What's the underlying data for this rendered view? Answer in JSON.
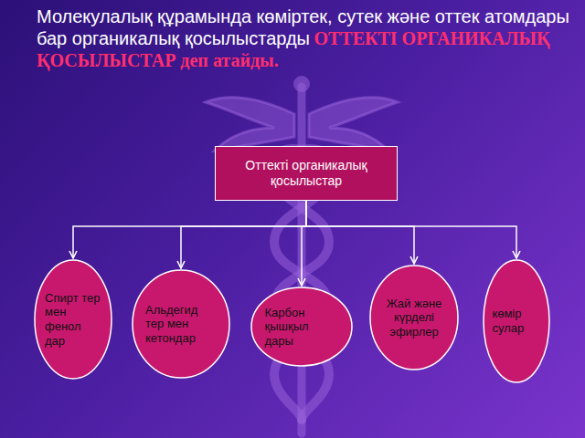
{
  "diagram": {
    "title": "Молекулалық құрамында көміртек, сутек және оттек атомдары бар органикалық қосылыстарды",
    "nodes": [
      {
        "text": [
          "Оттекті органикалық қосылыстар"
        ]
      },
      {
        "text": [
          "Спирт тер мен фенол дар"
        ]
      },
      {
        "text": [
          "Альдегид тер мен кетондар"
        ]
      },
      {
        "text": [
          "Карбон қышқыл дары"
        ]
      },
      {
        "text": [
          "Жай және күрделі эфирлер"
        ]
      },
      {
        "text": [
          "көмір сулар"
        ]
      }
    ],
    "edges": [
      {
        "from": 0,
        "to": 1,
        "arrow": "to"
      },
      {
        "from": 0,
        "to": 2,
        "arrow": "to"
      },
      {
        "from": 0,
        "to": 3,
        "arrow": "to"
      },
      {
        "from": 0,
        "to": 4,
        "arrow": "to"
      },
      {
        "from": 0,
        "to": 5,
        "arrow": "to"
      }
    ],
    "labels": [
      "ОТТЕКТІ ОРГАНИКАЛЫҚ ҚОСЫЛЫСТАР деп атайды."
    ]
  }
}
